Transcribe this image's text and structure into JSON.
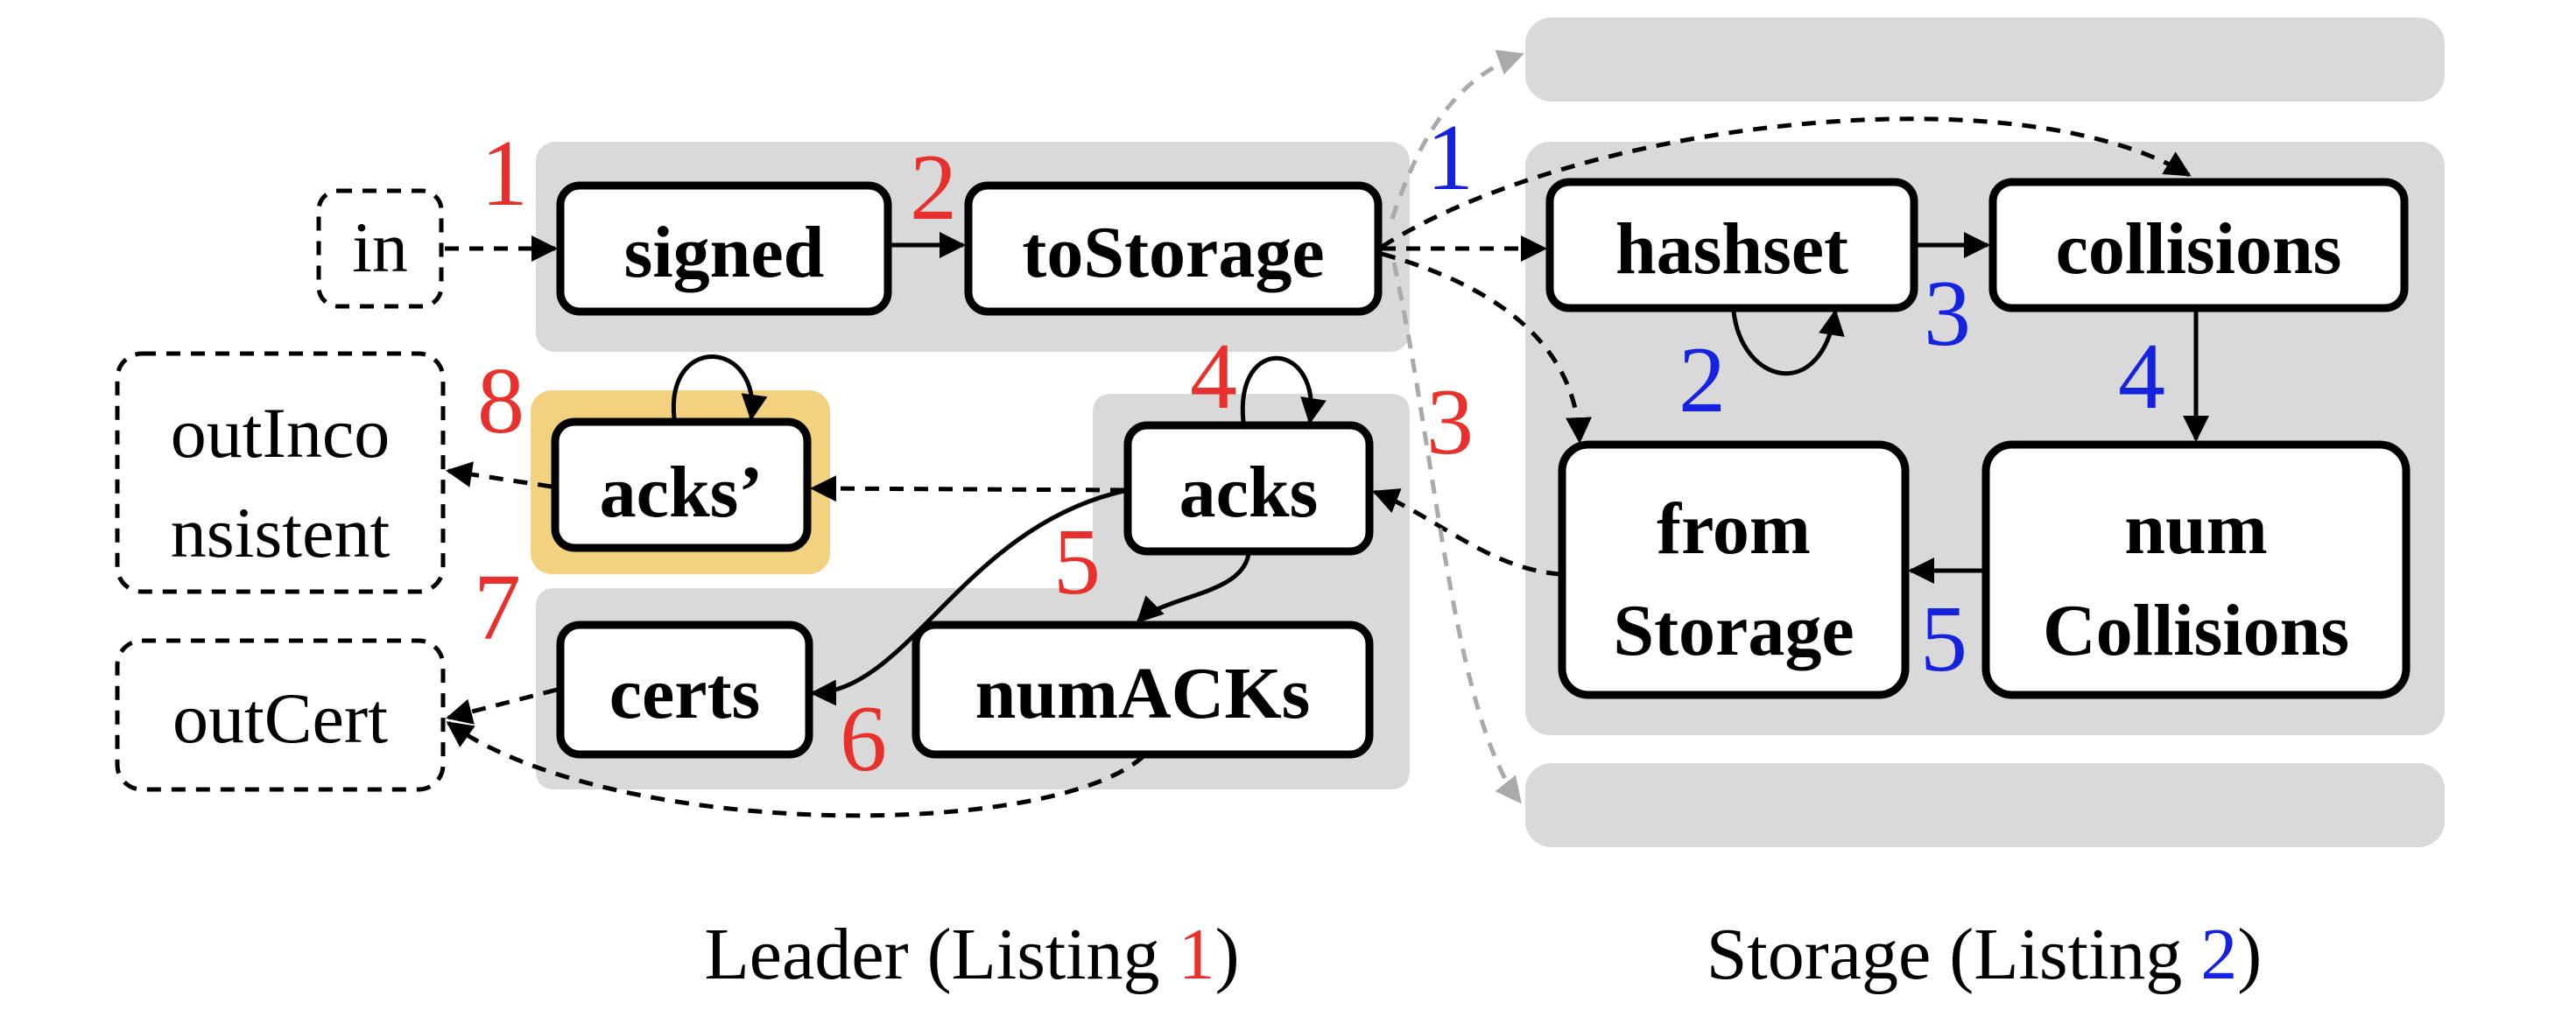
{
  "colors": {
    "red": "#e8312c",
    "blue": "#1522e0",
    "panel": "#d9d9d9",
    "highlight_fill": "#f3d27f",
    "arrow": "#000000",
    "gray_arrow": "#aaaaaa"
  },
  "io": {
    "in": "in",
    "out_inconsistent_line1": "outInco",
    "out_inconsistent_line2": "nsistent",
    "out_cert": "outCert"
  },
  "leader": {
    "signed": "signed",
    "to_storage": "toStorage",
    "acks_prime": "acks’",
    "acks": "acks",
    "certs": "certs",
    "num_acks": "numACKs"
  },
  "storage": {
    "hashset": "hashset",
    "collisions": "collisions",
    "from_storage_line1": "from",
    "from_storage_line2": "Storage",
    "num_collisions_line1": "num",
    "num_collisions_line2": "Collisions"
  },
  "red_numbers": [
    "1",
    "2",
    "3",
    "4",
    "5",
    "6",
    "7",
    "8"
  ],
  "blue_numbers": [
    "1",
    "2",
    "3",
    "4",
    "5"
  ],
  "captions": {
    "leader_prefix": "Leader (Listing ",
    "leader_ref": "1",
    "leader_suffix": ")",
    "storage_prefix": "Storage (Listing ",
    "storage_ref": "2",
    "storage_suffix": ")"
  }
}
